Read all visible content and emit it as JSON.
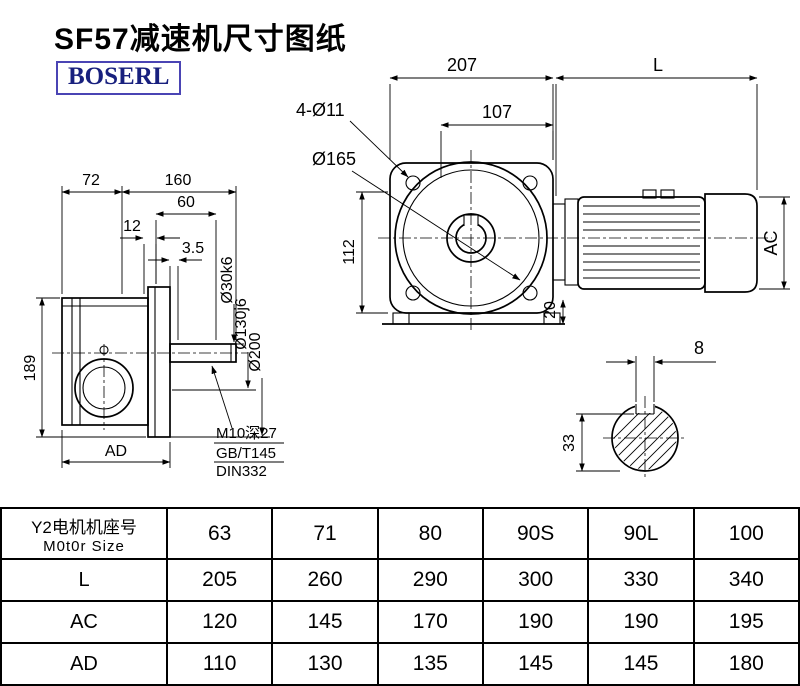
{
  "title": "SF57减速机尺寸图纸",
  "logo": "BOSERL",
  "drawing": {
    "front_view": {
      "width": "207",
      "hole_spacing": "107",
      "bolt_holes": "4-Ø11",
      "flange_circle_dia": "Ø165",
      "center_height": "112",
      "foot_height": "20"
    },
    "motor": {
      "length_label": "L",
      "height_label": "AC"
    },
    "side_view": {
      "dim_72": "72",
      "dim_160": "160",
      "dim_60": "60",
      "dim_12": "12",
      "dim_3_5": "3.5",
      "height": "189",
      "ad_label": "AD",
      "shaft_dia": "Ø30k6",
      "spigot_dia": "Ø130j6",
      "flange_dia": "Ø200",
      "tap_hole": "M10深27",
      "tap_std_gb": "GB/T145",
      "tap_std_din": "DIN332"
    },
    "shaft_section": {
      "key_width": "8",
      "key_depth": "33"
    }
  },
  "table": {
    "motor_row": {
      "label_line1": "Y2电机机座号",
      "label_line2": "M0t0r Size",
      "values": [
        "63",
        "71",
        "80",
        "90S",
        "90L",
        "100"
      ]
    },
    "rows": [
      {
        "label": "L",
        "values": [
          "205",
          "260",
          "290",
          "300",
          "330",
          "340"
        ]
      },
      {
        "label": "AC",
        "values": [
          "120",
          "145",
          "170",
          "190",
          "190",
          "195"
        ]
      },
      {
        "label": "AD",
        "values": [
          "110",
          "130",
          "135",
          "145",
          "145",
          "180"
        ]
      }
    ]
  }
}
